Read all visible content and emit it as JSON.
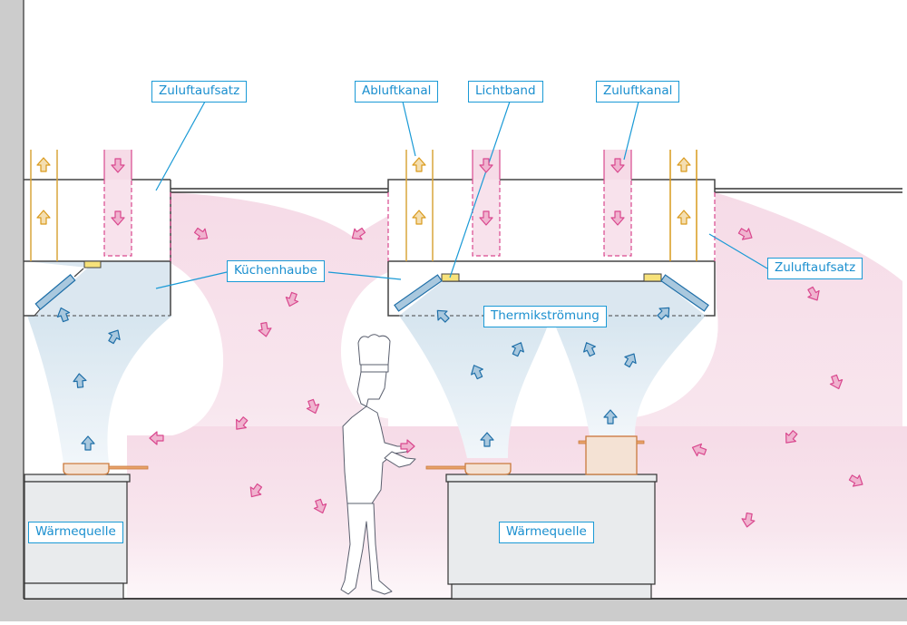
{
  "diagram": {
    "title": "Küchenlüftung – Luftströmung",
    "colors": {
      "supply_air": "#d9488e",
      "supply_fill": "#f0b3cf",
      "supply_zone": "#f6dbe7",
      "exhaust_air": "#d99a1c",
      "exhaust_fill": "#f4deb0",
      "thermal_arrow_stroke": "#1f6fa8",
      "thermal_arrow_fill": "#a9c8de",
      "thermal_plume": "#dce8f1",
      "label_border": "#1a9ad6",
      "label_text": "#1a8fcf",
      "light_band": "#f7e27a",
      "cookware": "#c97a3c",
      "cookware_fill": "#f4e2d4",
      "wall": "#cccccc",
      "counter": "#e9ebed",
      "outline": "#333333"
    },
    "labels": {
      "zuluftaufsatz_left": "Zuluftaufsatz",
      "abluftkanal": "Abluftkanal",
      "lichtband": "Lichtband",
      "zuluftkanal": "Zuluftkanal",
      "kuechenhaube": "Küchenhaube",
      "zuluftaufsatz_right": "Zuluftaufsatz",
      "thermikstroemung": "Thermikströmung",
      "waermequelle_left": "Wärmequelle",
      "waermequelle_right": "Wärmequelle"
    },
    "legend_semantics": {
      "pink_arrows": "Zuluft (supply air)",
      "yellow_arrows": "Abluft (exhaust air)",
      "blue_arrows": "Thermikströmung (thermal plume)"
    }
  }
}
